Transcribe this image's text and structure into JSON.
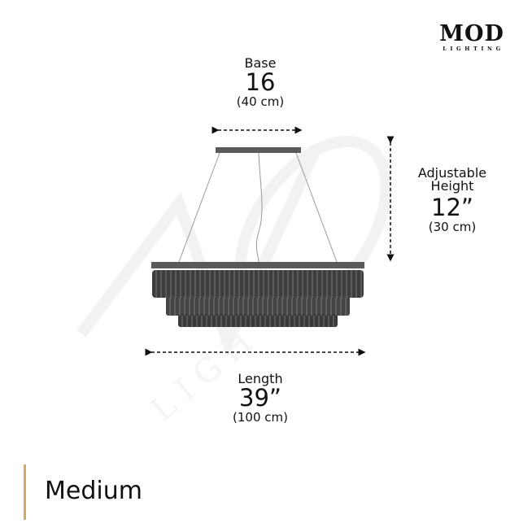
{
  "brand": {
    "name": "MOD",
    "tagline": "LIGHTING"
  },
  "dimensions": {
    "base": {
      "label": "Base",
      "value": "16",
      "metric": "(40 cm)"
    },
    "height": {
      "label_line1": "Adjustable",
      "label_line2": "Height",
      "value": "12”",
      "metric": "(30 cm)"
    },
    "length": {
      "label": "Length",
      "value": "39”",
      "metric": "(100 cm)"
    }
  },
  "size": {
    "label": "Medium",
    "accent_color": "#d2a86c"
  },
  "product": {
    "image": "rectangular-tiered-crystal-chandelier",
    "color": "#4a4a4a"
  }
}
